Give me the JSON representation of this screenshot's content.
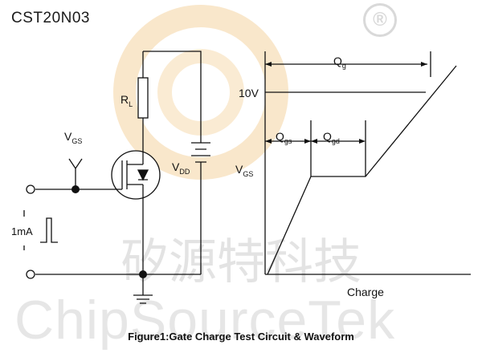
{
  "header": {
    "part_number": "CST20N03",
    "registered_mark": "®"
  },
  "watermark": {
    "chinese": "矽源特科技",
    "english": "ChipSourceTek",
    "logo_color": "#f2c48a"
  },
  "circuit": {
    "rl_label": "R",
    "rl_sub": "L",
    "vgs_label": "V",
    "vgs_sub": "GS",
    "vdd_label": "V",
    "vdd_sub": "DD",
    "current_label": "1mA"
  },
  "waveform": {
    "qg_label": "Q",
    "qg_sub": "g",
    "ten_volt_label": "10V",
    "qgs_label": "Q",
    "qgs_sub": "gs",
    "qgd_label": "Q",
    "qgd_sub": "gd",
    "vgs_label": "V",
    "vgs_sub": "GS",
    "x_axis_label": "Charge"
  },
  "caption": "Figure1:Gate Charge Test Circuit & Waveform"
}
